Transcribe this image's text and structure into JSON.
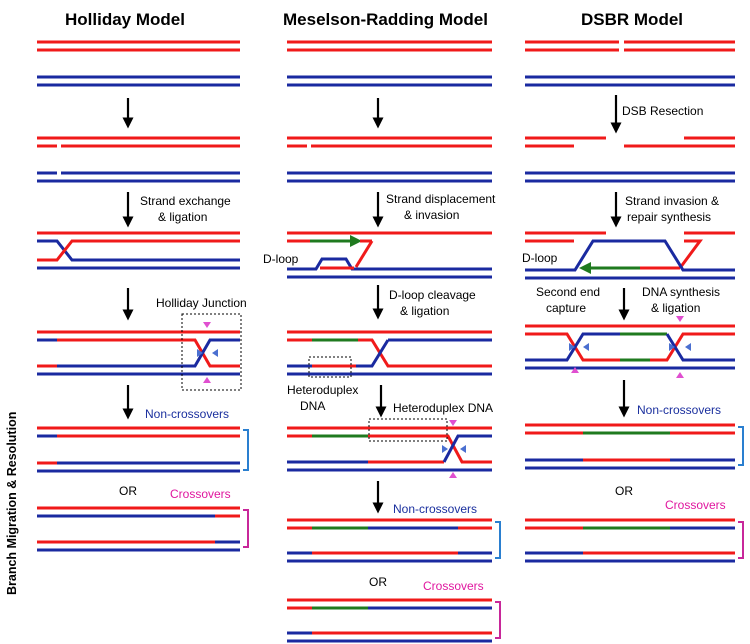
{
  "titles": {
    "holliday": "Holliday Model",
    "meselson": "Meselson-Radding Model",
    "dsbr": "DSBR Model"
  },
  "side_label": "Branch Migration &  Resolution",
  "holliday": {
    "step1": "Strand exchange",
    "step1b": "& ligation",
    "junction": "Holliday Junction",
    "noncross": "Non-crossovers",
    "or": "OR",
    "cross": "Crossovers"
  },
  "meselson": {
    "step1": "Strand displacement",
    "step1b": "& invasion",
    "dloop": "D-loop",
    "step2": "D-loop cleavage",
    "step2b": "& ligation",
    "hetero1": "Heteroduplex",
    "hetero1b": "DNA",
    "hetero2": "Heteroduplex DNA",
    "noncross": "Non-crossovers",
    "or": "OR",
    "cross": "Crossovers"
  },
  "dsbr": {
    "resection": "DSB Resection",
    "invasion": "Strand invasion &",
    "invasionb": "repair synthesis",
    "dloop": "D-loop",
    "second": "Second end",
    "secondb": "capture",
    "synth": "DNA synthesis",
    "synthb": "& ligation",
    "noncross": "Non-crossovers",
    "or": "OR",
    "cross": "Crossovers"
  },
  "colors": {
    "red_strand": "#f01a1a",
    "blue_strand": "#1a2aa0",
    "green_strand": "#1f7a1f",
    "noncrossover_label": "#1a2f9e",
    "crossover_label": "#e0179f",
    "cleavage_marker": "#e04fd0"
  }
}
